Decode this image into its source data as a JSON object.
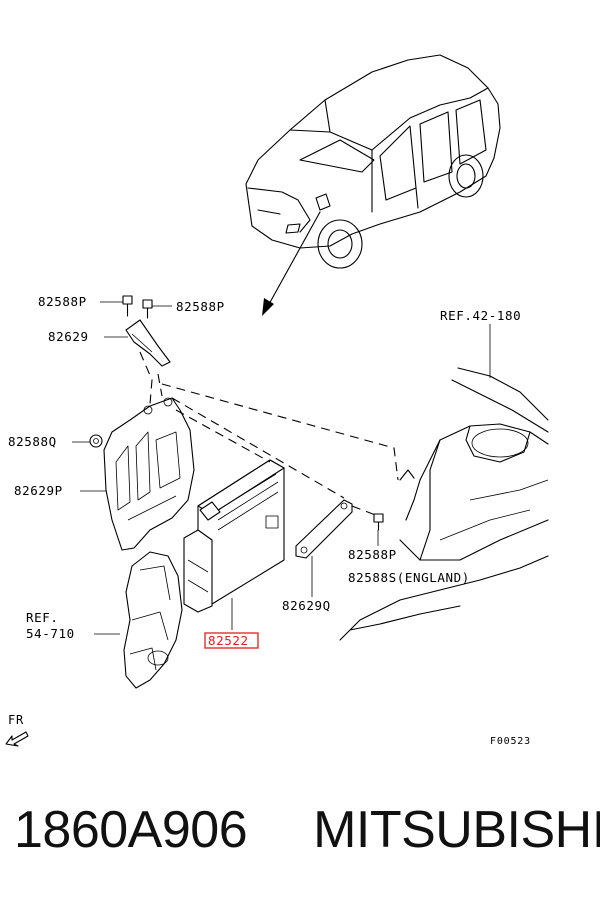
{
  "labels": {
    "p82588p_top_left": "82588P",
    "p82588p_top_right": "82588P",
    "p82629": "82629",
    "p82588q": "82588Q",
    "p82629p": "82629P",
    "ref_54_710_line1": "REF.",
    "ref_54_710_line2": "54-710",
    "p82522": "82522",
    "p82629q": "82629Q",
    "p82588p_right": "82588P",
    "p82588s": "82588S(ENGLAND)",
    "ref_42_180": "REF.42-180",
    "fr": "FR",
    "figure_code": "F00523"
  },
  "highlight_color": "#e0201c",
  "caption": {
    "part_number": "1860A906",
    "brand": "MITSUBISHI"
  }
}
